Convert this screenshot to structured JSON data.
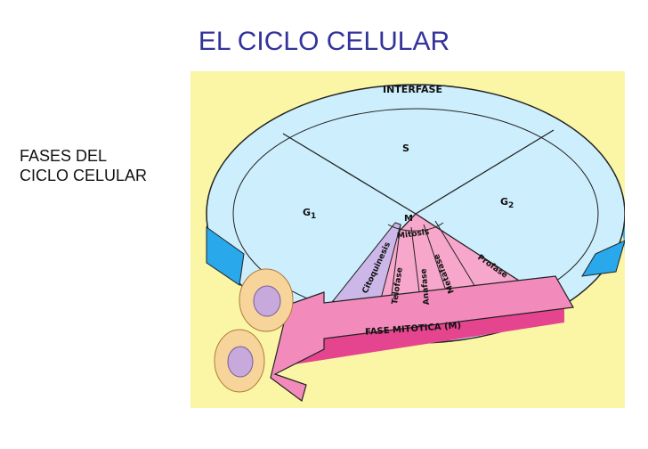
{
  "slide": {
    "title": "EL CICLO CELULAR",
    "side_label": [
      "FASES DEL",
      "CICLO CELULAR"
    ]
  },
  "diagram": {
    "interfase_label": "INTERFASE",
    "s_label": "S",
    "g1_label": "G",
    "g1_sub": "1",
    "g2_label": "G",
    "g2_sub": "2",
    "m_label": "M",
    "mitosis_label": "Mitosis",
    "phases": [
      "Citoquinesis",
      "Telofase",
      "Anafase",
      "Metafase",
      "Profase"
    ],
    "fase_mitotica_label": "FASE MITOTICA (M)",
    "colors": {
      "background": "#fbf6a6",
      "interfase": "#cdeefc",
      "interfase_side": "#2aa8ec",
      "mitotic": "#f7a7cb",
      "mitotic_side": "#e5448f",
      "citoquinesis": "#cbb7e8",
      "cell": "#f7d59a",
      "nucleus": "#c8a9dc"
    }
  }
}
